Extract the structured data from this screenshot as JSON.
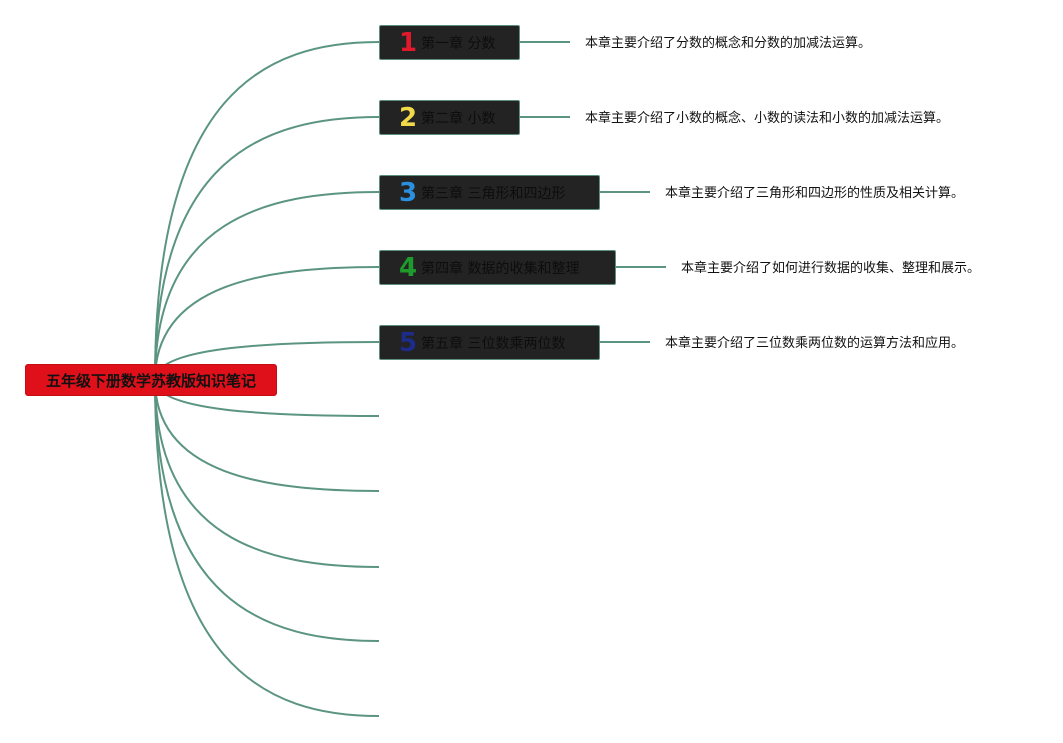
{
  "root": {
    "label": "五年级下册数学苏教版知识笔记"
  },
  "chapters": [
    {
      "num": "1",
      "title": "第一章 分数",
      "desc": "本章主要介绍了分数的概念和分数的加减法运算。",
      "num_color": "#e01a2a"
    },
    {
      "num": "2",
      "title": "第二章 小数",
      "desc": "本章主要介绍了小数的概念、小数的读法和小数的加减法运算。",
      "num_color": "#f2d94a"
    },
    {
      "num": "3",
      "title": "第三章 三角形和四边形",
      "desc": "本章主要介绍了三角形和四边形的性质及相关计算。",
      "num_color": "#2b8fe0"
    },
    {
      "num": "4",
      "title": "第四章 数据的收集和整理",
      "desc": "本章主要介绍了如何进行数据的收集、整理和展示。",
      "num_color": "#1f9a2c"
    },
    {
      "num": "5",
      "title": "第五章 三位数乘两位数",
      "desc": "本章主要介绍了三位数乘两位数的运算方法和应用。",
      "num_color": "#1d2b8a"
    }
  ],
  "empty_branch_count": 5,
  "colors": {
    "connector": "#5b9582",
    "root_bg": "#e0101a",
    "node_bg": "#232323"
  }
}
